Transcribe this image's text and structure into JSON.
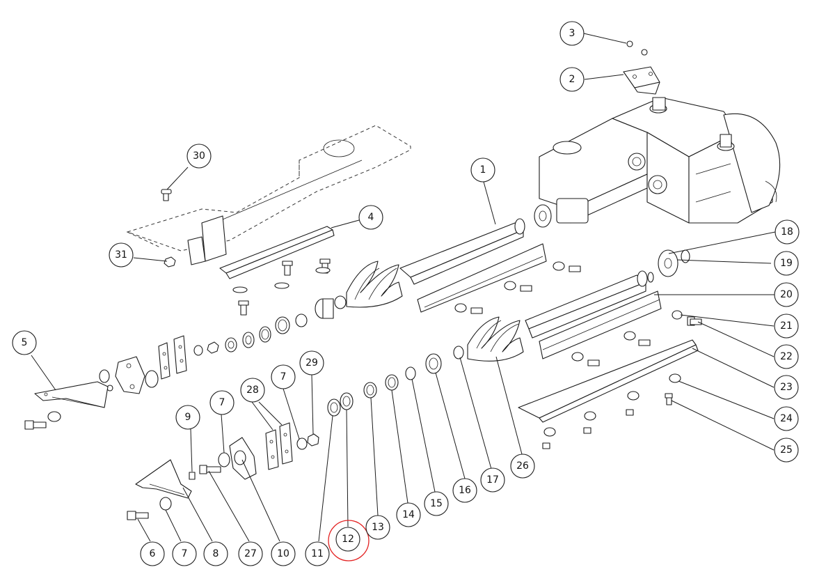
{
  "balloons": [
    {
      "id": "1",
      "label": "1"
    },
    {
      "id": "2",
      "label": "2"
    },
    {
      "id": "3",
      "label": "3"
    },
    {
      "id": "4",
      "label": "4"
    },
    {
      "id": "5",
      "label": "5"
    },
    {
      "id": "6",
      "label": "6"
    },
    {
      "id": "7a",
      "label": "7"
    },
    {
      "id": "7b",
      "label": "7"
    },
    {
      "id": "7c",
      "label": "7"
    },
    {
      "id": "8",
      "label": "8"
    },
    {
      "id": "9",
      "label": "9"
    },
    {
      "id": "10",
      "label": "10"
    },
    {
      "id": "11",
      "label": "11"
    },
    {
      "id": "12",
      "label": "12"
    },
    {
      "id": "13",
      "label": "13"
    },
    {
      "id": "14",
      "label": "14"
    },
    {
      "id": "15",
      "label": "15"
    },
    {
      "id": "16",
      "label": "16"
    },
    {
      "id": "17",
      "label": "17"
    },
    {
      "id": "18",
      "label": "18"
    },
    {
      "id": "19",
      "label": "19"
    },
    {
      "id": "20",
      "label": "20"
    },
    {
      "id": "21",
      "label": "21"
    },
    {
      "id": "22",
      "label": "22"
    },
    {
      "id": "23",
      "label": "23"
    },
    {
      "id": "24",
      "label": "24"
    },
    {
      "id": "25",
      "label": "25"
    },
    {
      "id": "26",
      "label": "26"
    },
    {
      "id": "27",
      "label": "27"
    },
    {
      "id": "28",
      "label": "28"
    },
    {
      "id": "29",
      "label": "29"
    },
    {
      "id": "30",
      "label": "30"
    },
    {
      "id": "31",
      "label": "31"
    }
  ],
  "highlighted_part": "12",
  "colors": {
    "line": "#1a1a1a",
    "highlight": "#e32222",
    "background": "#ffffff"
  }
}
